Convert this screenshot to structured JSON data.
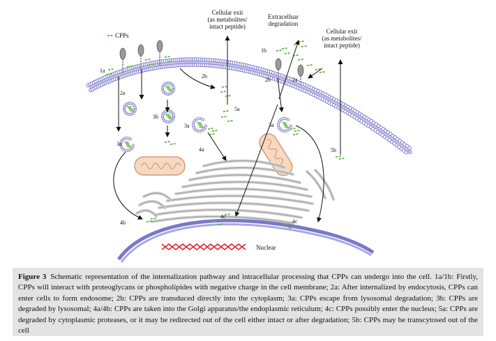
{
  "figure": {
    "labels": {
      "cpps_legend": "CPPs",
      "exit_left": [
        "Cellular exit",
        "(as metabolites/",
        "intact peptide)"
      ],
      "extracellular_degradation": [
        "Extracelluar",
        "degradation"
      ],
      "exit_right": [
        "Cellular exit",
        "(as metabolites/",
        "intact peptide)"
      ],
      "nuclear": "Nuclear",
      "step_1a": "1a",
      "step_1b": "1b",
      "step_2a_left": "2a",
      "step_2b_left": "2b",
      "step_2b_right": "2b",
      "step_2a_right": "2a",
      "step_3a_left": "3a",
      "step_3b": "3b",
      "step_3a_mid": "3a",
      "step_4a": "4a",
      "step_5a": "5a",
      "step_3a_right": "3a",
      "step_5b": "5b",
      "step_4b": "4b",
      "step_4c": "4c",
      "step_4c_right": "4c"
    },
    "colors": {
      "membrane": "#a7a6e0",
      "membrane_dark": "#6f6cc0",
      "cpp_green": "#5cb843",
      "mitochondria_fill": "#f6d9c0",
      "mitochondria_stroke": "#d49a78",
      "golgi": "#bdbdbd",
      "nucleus": "#7a78c8",
      "dna": "#e0242a",
      "caption_bg": "#e3e3e3"
    }
  },
  "caption": {
    "figure_label": "Figure 3",
    "text": "Schematic representation of the internalization pathway and intracellular processing that CPPs can undergo into the cell. 1a/1b: Firstly, CPPs will interact with proteoglycans or phospholipides with negative charge in the cell membrane; 2a: After internalized by endocytosis, CPPs can enter cells to form endosome; 2b: CPPs are transduced directly into the cytoplasm; 3a: CPPs escape from lysosomal degradation; 3b: CPPs are degraded by lysosomal; 4a/4b: CPPs are taken into the Golgi apparatus/the endoplasmic reticulum; 4c: CPPs possibly enter the nucleus; 5a: CPPs are degraded by cytoplasmic proteases, or it may be redirected out of the cell either intact or after degradation; 5b: CPPs may be transcytosed out of the cell"
  }
}
